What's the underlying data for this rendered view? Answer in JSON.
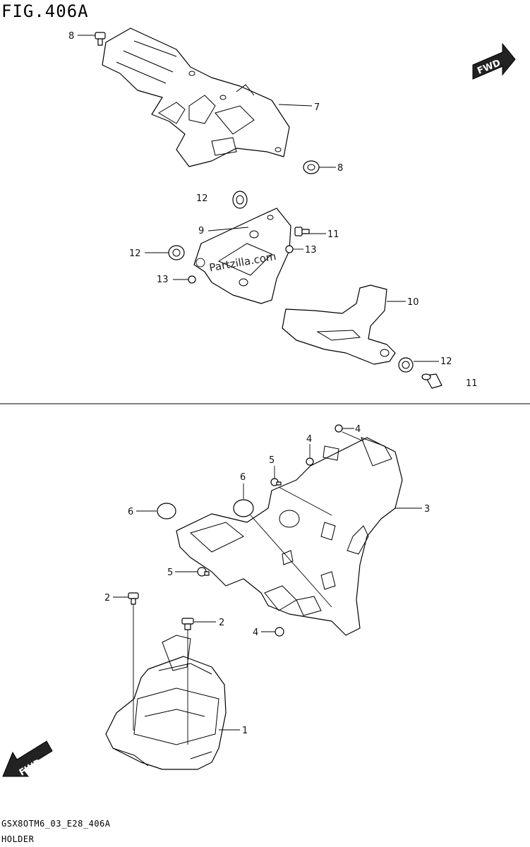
{
  "figure": {
    "title": "FIG.406A",
    "code": "GSX8OTM6_03_E28_406A",
    "name": "HOLDER"
  },
  "watermark": "Partzilla.com",
  "fwd_label": "FWD",
  "callouts": {
    "c8a": "8",
    "c7": "7",
    "c8b": "8",
    "c12a": "12",
    "c9": "9",
    "c11a": "11",
    "c12b": "12",
    "c13a": "13",
    "c13b": "13",
    "c10": "10",
    "c12c": "12",
    "c11b": "11",
    "c4a": "4",
    "c4b": "4",
    "c5a": "5",
    "c6a": "6",
    "c3": "3",
    "c6b": "6",
    "c5b": "5",
    "c2a": "2",
    "c2b": "2",
    "c4c": "4",
    "c1": "1"
  }
}
